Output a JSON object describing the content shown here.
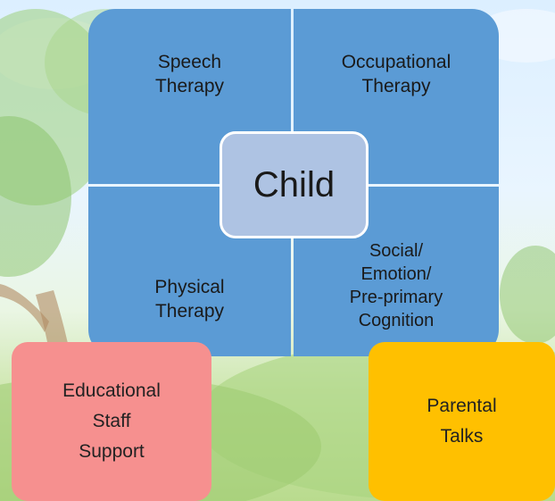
{
  "diagram": {
    "center": {
      "label": "Child"
    },
    "quadrants": {
      "top_left": {
        "lines": [
          "Speech",
          "Therapy"
        ]
      },
      "top_right": {
        "lines": [
          "Occupational",
          "Therapy"
        ]
      },
      "bottom_left": {
        "lines": [
          "Physical",
          "Therapy"
        ]
      },
      "bottom_right": {
        "lines": [
          "Social/",
          "Emotion/",
          "Pre-primary",
          "Cognition"
        ]
      }
    },
    "corners": {
      "left": {
        "lines": [
          "Educational",
          "Staff",
          "Support"
        ]
      },
      "right": {
        "lines": [
          "Parental",
          "Talks"
        ]
      }
    }
  },
  "colors": {
    "quadrant_fill": "#5b9bd5",
    "center_fill": "#aec3e3",
    "left_box_fill": "#f6908f",
    "right_box_fill": "#ffc000"
  }
}
